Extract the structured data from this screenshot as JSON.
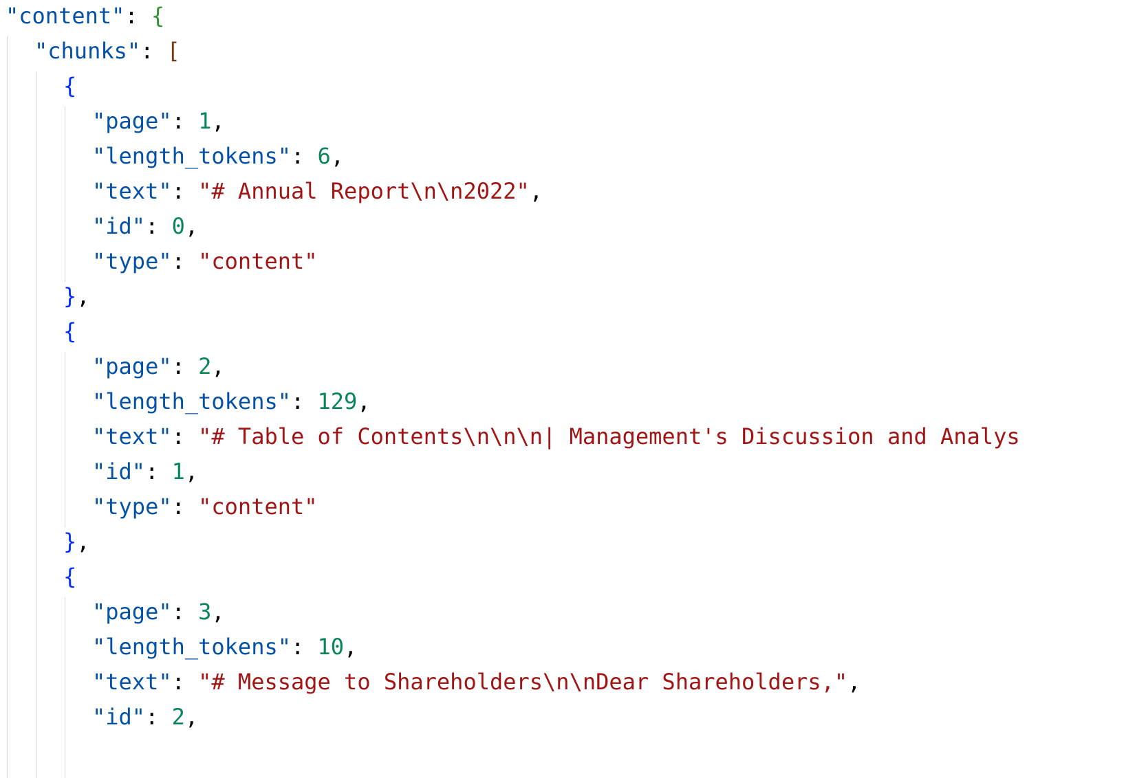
{
  "editor": {
    "lines": [
      {
        "indent": 0,
        "tokens": [
          {
            "t": "\"content\"",
            "c": "key"
          },
          {
            "t": ": ",
            "c": "punct"
          },
          {
            "t": "{",
            "c": "brace-green"
          }
        ]
      },
      {
        "indent": 1,
        "tokens": [
          {
            "t": "\"chunks\"",
            "c": "key"
          },
          {
            "t": ": ",
            "c": "punct"
          },
          {
            "t": "[",
            "c": "brace-brown"
          }
        ]
      },
      {
        "indent": 2,
        "tokens": [
          {
            "t": "{",
            "c": "brace-blue"
          }
        ]
      },
      {
        "indent": 3,
        "tokens": [
          {
            "t": "\"page\"",
            "c": "key"
          },
          {
            "t": ": ",
            "c": "punct"
          },
          {
            "t": "1",
            "c": "num"
          },
          {
            "t": ",",
            "c": "punct"
          }
        ]
      },
      {
        "indent": 3,
        "tokens": [
          {
            "t": "\"length_tokens\"",
            "c": "key"
          },
          {
            "t": ": ",
            "c": "punct"
          },
          {
            "t": "6",
            "c": "num"
          },
          {
            "t": ",",
            "c": "punct"
          }
        ]
      },
      {
        "indent": 3,
        "tokens": [
          {
            "t": "\"text\"",
            "c": "key"
          },
          {
            "t": ": ",
            "c": "punct"
          },
          {
            "t": "\"# Annual Report\\n\\n2022\"",
            "c": "str"
          },
          {
            "t": ",",
            "c": "punct"
          }
        ]
      },
      {
        "indent": 3,
        "tokens": [
          {
            "t": "\"id\"",
            "c": "key"
          },
          {
            "t": ": ",
            "c": "punct"
          },
          {
            "t": "0",
            "c": "num"
          },
          {
            "t": ",",
            "c": "punct"
          }
        ]
      },
      {
        "indent": 3,
        "tokens": [
          {
            "t": "\"type\"",
            "c": "key"
          },
          {
            "t": ": ",
            "c": "punct"
          },
          {
            "t": "\"content\"",
            "c": "str"
          }
        ]
      },
      {
        "indent": 2,
        "tokens": [
          {
            "t": "}",
            "c": "brace-blue"
          },
          {
            "t": ",",
            "c": "punct"
          }
        ]
      },
      {
        "indent": 2,
        "tokens": [
          {
            "t": "{",
            "c": "brace-blue"
          }
        ]
      },
      {
        "indent": 3,
        "tokens": [
          {
            "t": "\"page\"",
            "c": "key"
          },
          {
            "t": ": ",
            "c": "punct"
          },
          {
            "t": "2",
            "c": "num"
          },
          {
            "t": ",",
            "c": "punct"
          }
        ]
      },
      {
        "indent": 3,
        "tokens": [
          {
            "t": "\"length_tokens\"",
            "c": "key"
          },
          {
            "t": ": ",
            "c": "punct"
          },
          {
            "t": "129",
            "c": "num"
          },
          {
            "t": ",",
            "c": "punct"
          }
        ]
      },
      {
        "indent": 3,
        "tokens": [
          {
            "t": "\"text\"",
            "c": "key"
          },
          {
            "t": ": ",
            "c": "punct"
          },
          {
            "t": "\"# Table of Contents\\n\\n\\n| Management's Discussion and Analys",
            "c": "str"
          }
        ]
      },
      {
        "indent": 3,
        "tokens": [
          {
            "t": "\"id\"",
            "c": "key"
          },
          {
            "t": ": ",
            "c": "punct"
          },
          {
            "t": "1",
            "c": "num"
          },
          {
            "t": ",",
            "c": "punct"
          }
        ]
      },
      {
        "indent": 3,
        "tokens": [
          {
            "t": "\"type\"",
            "c": "key"
          },
          {
            "t": ": ",
            "c": "punct"
          },
          {
            "t": "\"content\"",
            "c": "str"
          }
        ]
      },
      {
        "indent": 2,
        "tokens": [
          {
            "t": "}",
            "c": "brace-blue"
          },
          {
            "t": ",",
            "c": "punct"
          }
        ]
      },
      {
        "indent": 2,
        "tokens": [
          {
            "t": "{",
            "c": "brace-blue"
          }
        ]
      },
      {
        "indent": 3,
        "tokens": [
          {
            "t": "\"page\"",
            "c": "key"
          },
          {
            "t": ": ",
            "c": "punct"
          },
          {
            "t": "3",
            "c": "num"
          },
          {
            "t": ",",
            "c": "punct"
          }
        ]
      },
      {
        "indent": 3,
        "tokens": [
          {
            "t": "\"length_tokens\"",
            "c": "key"
          },
          {
            "t": ": ",
            "c": "punct"
          },
          {
            "t": "10",
            "c": "num"
          },
          {
            "t": ",",
            "c": "punct"
          }
        ]
      },
      {
        "indent": 3,
        "tokens": [
          {
            "t": "\"text\"",
            "c": "key"
          },
          {
            "t": ": ",
            "c": "punct"
          },
          {
            "t": "\"# Message to Shareholders\\n\\nDear Shareholders,\"",
            "c": "str"
          },
          {
            "t": ",",
            "c": "punct"
          }
        ]
      },
      {
        "indent": 3,
        "tokens": [
          {
            "t": "\"id\"",
            "c": "key"
          },
          {
            "t": ": ",
            "c": "punct"
          },
          {
            "t": "2",
            "c": "num"
          },
          {
            "t": ",",
            "c": "punct"
          }
        ]
      }
    ]
  }
}
